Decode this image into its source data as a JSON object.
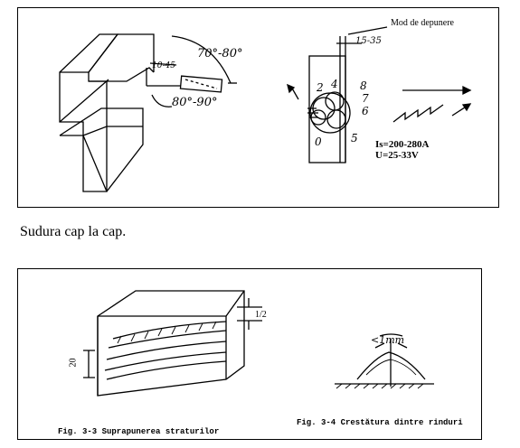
{
  "figure_top": {
    "mod_depunere": "Mod de depunere",
    "angle_top": "70°-80°",
    "angle_left": "80°-90°",
    "label_small": "10-45",
    "label_15_35": "15-35",
    "current": "Is=200-280A",
    "voltage": "U=25-33V",
    "bead_numbers": [
      "2",
      "4",
      "8",
      "7",
      "6",
      "5",
      "0"
    ]
  },
  "caption_main": "Sudura cap la cap.",
  "figure_bottom": {
    "dim_half": "1/2",
    "dim_20": "20",
    "caption_3_3": "Fig. 3-3 Suprapunerea straturilor",
    "caption_3_4": "Fig. 3-4 Crestătura dintre rinduri",
    "lt_1mm": "<1mm"
  }
}
